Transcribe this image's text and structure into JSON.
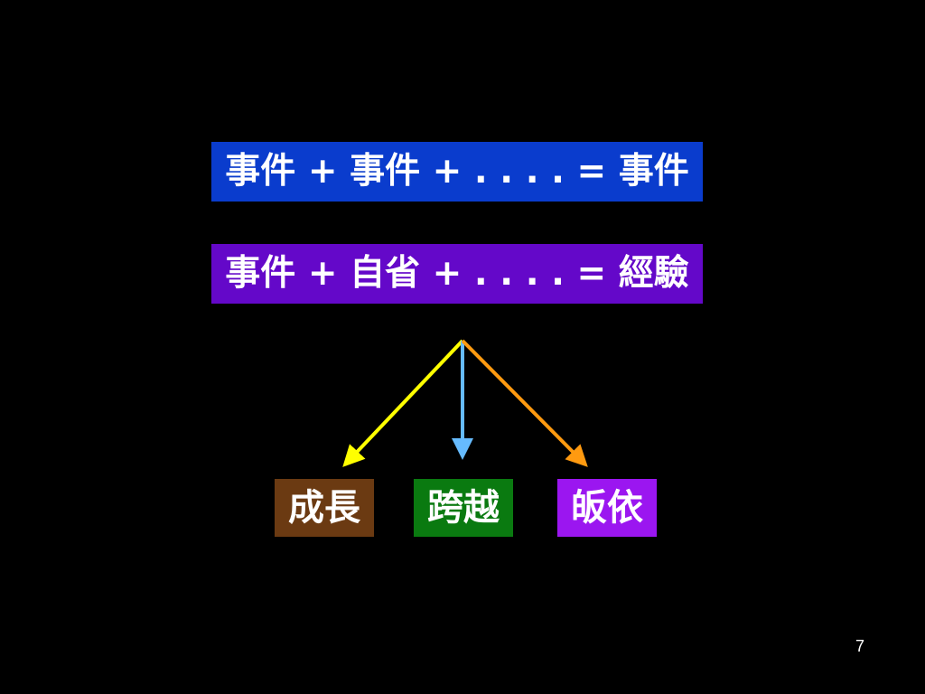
{
  "equations": [
    {
      "text": "事件 + 事件 + . . . . = 事件",
      "color": "#0a3ccd"
    },
    {
      "text": "事件 + 自省 + . . . . = 經驗",
      "color": "#6408c9"
    }
  ],
  "outcomes": [
    {
      "label": "成長",
      "color": "#6b3a12",
      "arrow_color": "#ffff00"
    },
    {
      "label": "跨越",
      "color": "#0a7a10",
      "arrow_color": "#66bbff"
    },
    {
      "label": "皈依",
      "color": "#9b16f0",
      "arrow_color": "#ff9a10"
    }
  ],
  "page_number": "7"
}
